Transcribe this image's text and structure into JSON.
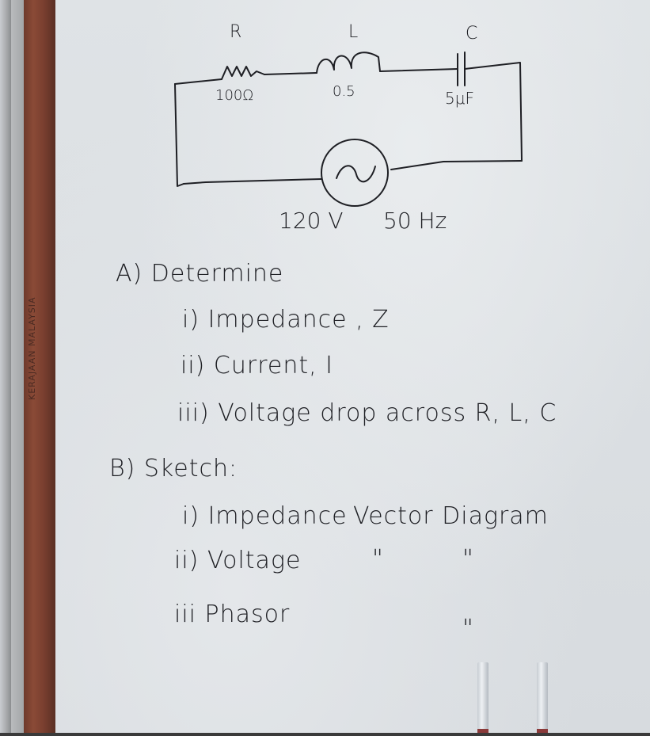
{
  "scene": {
    "description": "Photo of a whiteboard with a handwritten RLC series circuit problem",
    "frame_text": "KERAJAAN MALAYSIA"
  },
  "circuit": {
    "resistor": {
      "symbol": "R",
      "value": "100Ω"
    },
    "inductor": {
      "symbol": "L",
      "value": "0.5"
    },
    "capacitor": {
      "symbol": "C",
      "value": "5μF"
    },
    "source": {
      "symbol": "~",
      "voltage": "120 V",
      "frequency": "50 Hz"
    }
  },
  "questions": {
    "part_a": {
      "heading": "A) Determine",
      "items": [
        "i) Impedance , Z",
        "ii) Current, I",
        "iii) Voltage drop across R, L, C"
      ]
    },
    "part_b": {
      "heading": "B) Sketch:",
      "items": [
        {
          "label": "i) Impedance",
          "rest": "Vector Diagram",
          "ditto": ""
        },
        {
          "label": "ii) Voltage",
          "rest": "\"",
          "ditto": "\""
        },
        {
          "label": "iii Phasor",
          "rest": "",
          "ditto": "\""
        }
      ]
    }
  },
  "colors": {
    "ink": "#1e1f24",
    "board": "#dcdfe2",
    "frame_wood": "#7b4030"
  }
}
